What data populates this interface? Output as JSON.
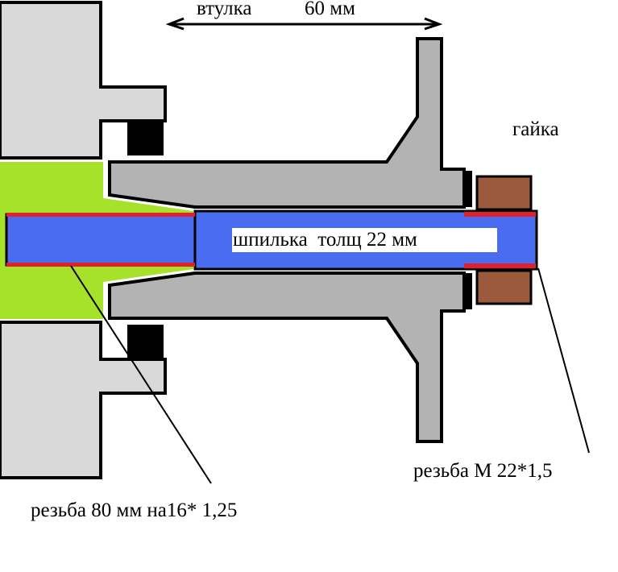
{
  "labels": {
    "sleeve": "втулка",
    "length": "60 мм",
    "nut": "гайка",
    "stud": "шпилька  толщ 22 мм",
    "thread_right": "резьба М 22*1,5",
    "thread_left": "резьба 80 мм на16* 1,25"
  },
  "colors": {
    "housing": "#d9d9d9",
    "hub": "#b3b3b3",
    "green": "#a6e22a",
    "stud": "#4a6cf0",
    "thread": "#e0202a",
    "nut": "#9c5a3c"
  }
}
